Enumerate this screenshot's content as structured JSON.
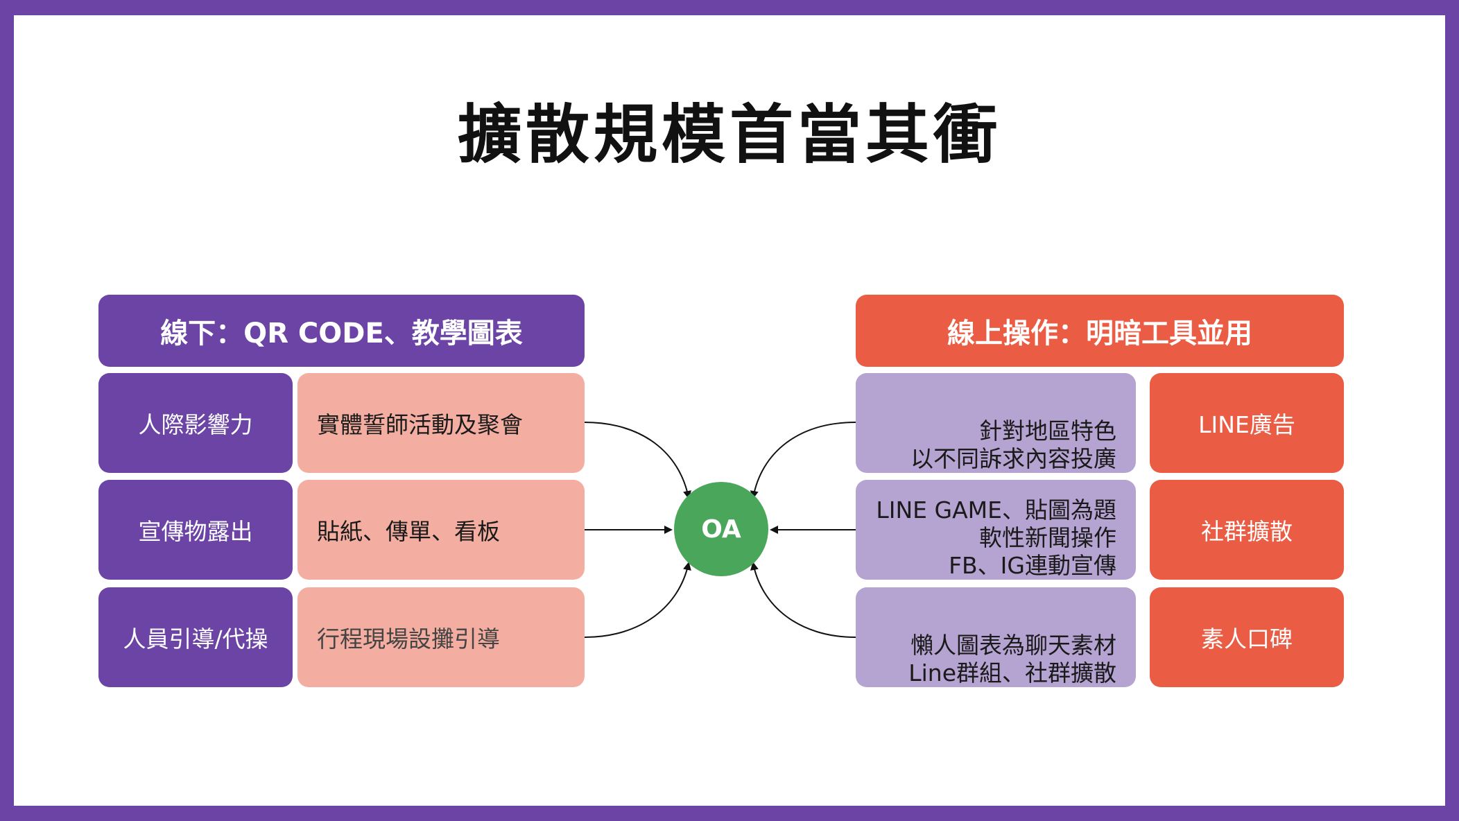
{
  "title": "擴散規模首當其衝",
  "left": {
    "header": "線下：QR CODE、教學圖表",
    "rows": [
      {
        "category": "人際影響力",
        "description": "實體誓師活動及聚會"
      },
      {
        "category": "宣傳物露出",
        "description": "貼紙、傳單、看板"
      },
      {
        "category": "人員引導/代操",
        "description": "行程現場設攤引導"
      }
    ]
  },
  "center": {
    "label": "OA"
  },
  "right": {
    "header": "線上操作：明暗工具並用",
    "rows": [
      {
        "category": "LINE廣告",
        "lines": [
          "針對地區特色",
          "以不同訴求內容投廣"
        ]
      },
      {
        "category": "社群擴散",
        "lines": [
          "LINE GAME、貼圖為題",
          "軟性新聞操作",
          "FB、IG連動宣傳"
        ]
      },
      {
        "category": "素人口碑",
        "lines": [
          "懶人圖表為聊天素材",
          "Line群組、社群擴散"
        ]
      }
    ]
  },
  "colors": {
    "purple": "#6b44a6",
    "salmon": "#f4aea1",
    "orange_red": "#ea5c43",
    "lavender": "#b5a3d1",
    "green": "#4aa65a"
  }
}
